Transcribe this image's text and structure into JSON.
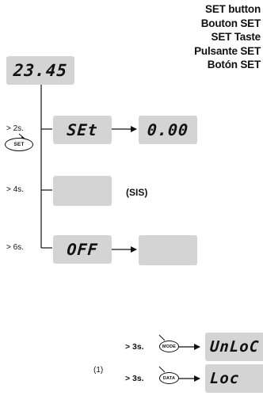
{
  "labels": {
    "set_button": [
      "SET button",
      "Bouton SET",
      "SET Taste",
      "Pulsante SET",
      "Botón SET"
    ],
    "main_display": "23.45",
    "set_key": "SET",
    "t2s": "> 2s.",
    "t4s": "> 4s.",
    "t6s": "> 6s.",
    "set_display": "SEt",
    "zero_display": "0.00",
    "sis": "(SIS)",
    "off_display": "OFF",
    "note": "(1)",
    "t3s_mode": "> 3s.",
    "mode_key": "MODE",
    "unloc_display": "UnLoC",
    "t3s_data": "> 3s.",
    "data_key": "DATA",
    "loc_display": "Loc"
  },
  "colors": {
    "lcd": "#d4d4d4",
    "line": "#111111"
  }
}
